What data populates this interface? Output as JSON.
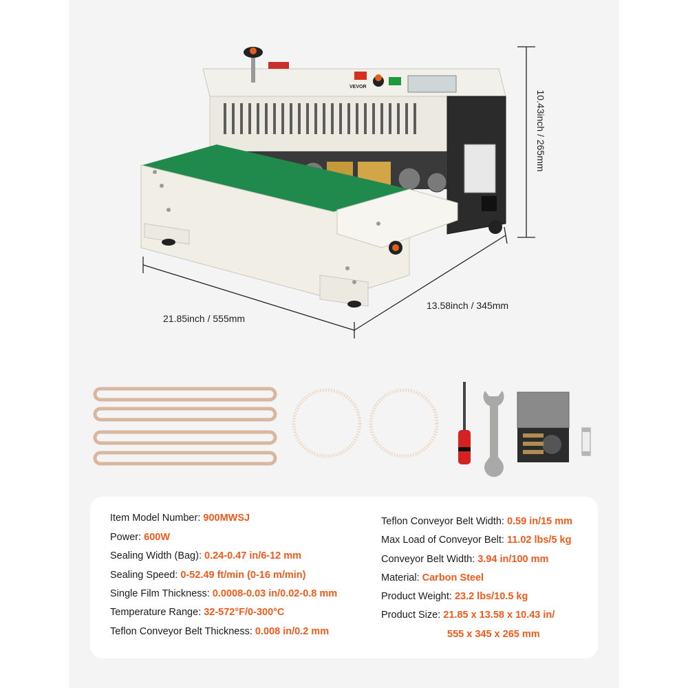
{
  "dimensions": {
    "height": "10.43inch / 265mm",
    "length": "21.85inch / 555mm",
    "depth": "13.58inch / 345mm"
  },
  "machine": {
    "brand": "VEVOR"
  },
  "accessories": [
    "sealing-belt",
    "sealing-belt",
    "sealing-belt",
    "sealing-belt",
    "timing-belt",
    "timing-belt",
    "screwdriver",
    "spanner",
    "letter-kit-box",
    "fuse"
  ],
  "specs": {
    "left": [
      {
        "label": "Item Model Number: ",
        "value": "900MWSJ"
      },
      {
        "label": "Power: ",
        "value": "600W"
      },
      {
        "label": "Sealing Width (Bag): ",
        "value": "0.24-0.47 in/6-12 mm"
      },
      {
        "label": "Sealing Speed: ",
        "value": "0-52.49 ft/min (0-16 m/min)"
      },
      {
        "label": "Single Film Thickness: ",
        "value": "0.0008-0.03 in/0.02-0.8 mm"
      },
      {
        "label": "Temperature Range: ",
        "value": "32-572°F/0-300°C"
      },
      {
        "label": "Teflon Conveyor Belt Thickness: ",
        "value": "0.008 in/0.2 mm"
      }
    ],
    "right": [
      {
        "label": "Teflon Conveyor Belt Width: ",
        "value": "0.59 in/15 mm"
      },
      {
        "label": "Max Load of Conveyor Belt: ",
        "value": "11.02 lbs/5 kg"
      },
      {
        "label": "Conveyor Belt Width: ",
        "value": "3.94 in/100 mm"
      },
      {
        "label": "Material: ",
        "value": "Carbon Steel"
      },
      {
        "label": "Product Weight: ",
        "value": "23.2 lbs/10.5 kg"
      },
      {
        "label": "Product Size: ",
        "value": "21.85 x 13.58 x 10.43 in/"
      }
    ],
    "right_continuation": "555 x 345 x 265 mm"
  },
  "colors": {
    "accent": "#f05a1c",
    "background": "#f4f4f4",
    "card": "#ffffff",
    "belt_green": "#1f8a4c"
  }
}
